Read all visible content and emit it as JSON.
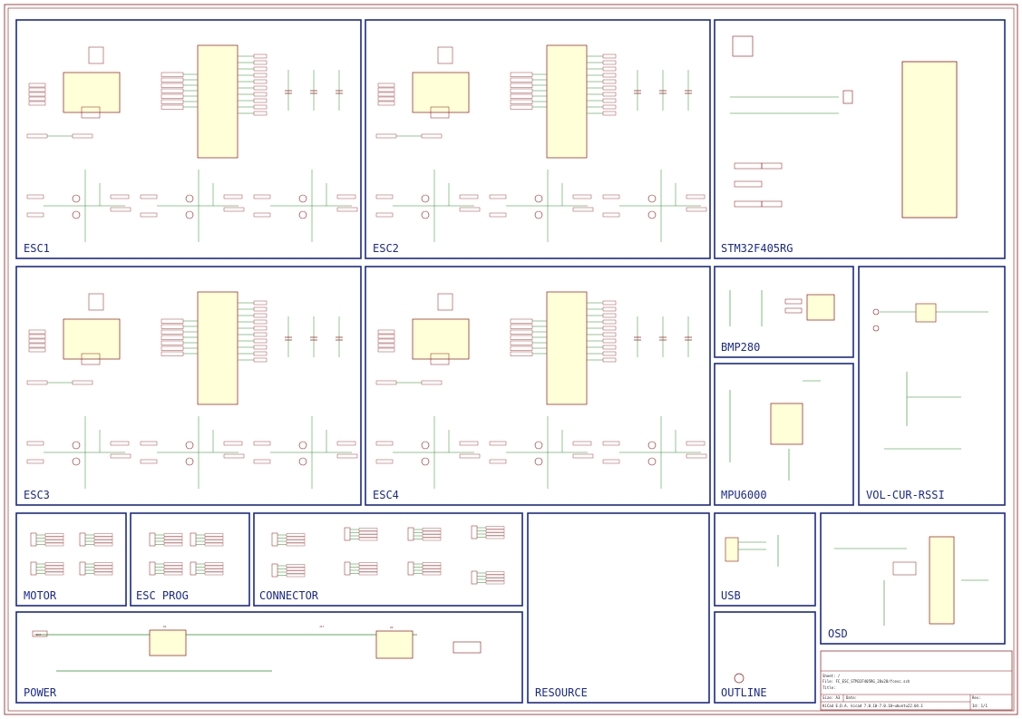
{
  "sheet_blocks": [
    {
      "id": "esc1",
      "label": "ESC1"
    },
    {
      "id": "esc2",
      "label": "ESC2"
    },
    {
      "id": "stm32",
      "label": "STM32F405RG"
    },
    {
      "id": "esc3",
      "label": "ESC3"
    },
    {
      "id": "esc4",
      "label": "ESC4"
    },
    {
      "id": "bmp280",
      "label": "BMP280"
    },
    {
      "id": "mpu6000",
      "label": "MPU6000"
    },
    {
      "id": "vcr",
      "label": "VOL-CUR-RSSI"
    },
    {
      "id": "motor",
      "label": "MOTOR"
    },
    {
      "id": "escprog",
      "label": "ESC PROG"
    },
    {
      "id": "connector",
      "label": "CONNECTOR"
    },
    {
      "id": "usb",
      "label": "USB"
    },
    {
      "id": "osd",
      "label": "OSD"
    },
    {
      "id": "power",
      "label": "POWER"
    },
    {
      "id": "resource",
      "label": "RESOURCE"
    },
    {
      "id": "outline",
      "label": "OUTLINE"
    }
  ],
  "title_block": {
    "sheet": "Sheet: /",
    "file": "File: FC_ESC_STM32F405RG_28x28/fcesc.sch",
    "title": "Title:",
    "size": "Size: A3",
    "date": "Date:",
    "kicad": "KiCad E.D.A.  kicad 7.0.10-7.0.10~ubuntu22.04.1",
    "rev_label": "Rev:",
    "id": "Id: 1/1"
  },
  "power_labels": {
    "u1": "U1",
    "u2": "U2",
    "j17": "J17",
    "vbat": "VBAT"
  },
  "colors": {
    "frame": "#1a2a8a",
    "wire": "#2e8b2e",
    "part": "#8a1a1a",
    "ic_fill": "#ffffd8"
  }
}
